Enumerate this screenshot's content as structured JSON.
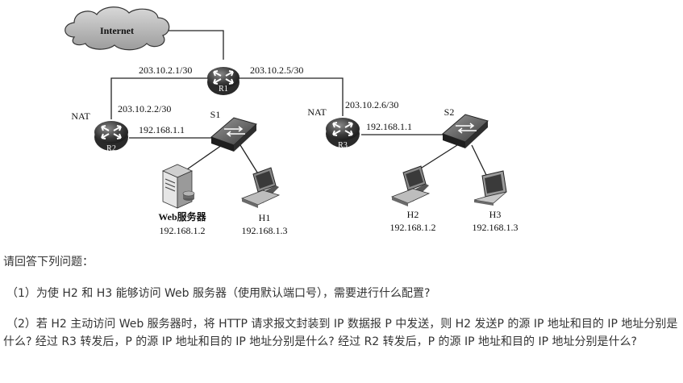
{
  "diagram": {
    "internet_label": "Internet",
    "routers": {
      "r1": "R1",
      "r2": "R2",
      "r3": "R3"
    },
    "switches": {
      "s1": "S1",
      "s2": "S2"
    },
    "nat_labels": {
      "left": "NAT",
      "right": "NAT"
    },
    "link_ips": {
      "r1_left": "203.10.2.1/30",
      "r1_right": "203.10.2.5/30",
      "r2_wan": "203.10.2.2/30",
      "r3_wan": "203.10.2.6/30",
      "r2_lan": "192.168.1.1",
      "r3_lan": "192.168.1.1"
    },
    "hosts": {
      "web": {
        "name": "Web服务器",
        "ip": "192.168.1.2"
      },
      "h1": {
        "name": "H1",
        "ip": "192.168.1.3"
      },
      "h2": {
        "name": "H2",
        "ip": "192.168.1.2"
      },
      "h3": {
        "name": "H3",
        "ip": "192.168.1.3"
      }
    }
  },
  "questions": {
    "intro": "请回答下列问题：",
    "q1": "（1）为使 H2 和 H3 能够访问 Web 服务器（使用默认端口号），需要进行什么配置?",
    "q2": "（2）若 H2 主动访问 Web 服务器时，将 HTTP 请求报文封装到 IP 数据报 P 中发送，则 H2 发送P 的源 IP 地址和目的 IP 地址分别是什么? 经过 R3 转发后，P 的源 IP 地址和目的 IP 地址分别是什么? 经过 R2 转发后，P 的源 IP 地址和目的 IP 地址分别是什么?"
  }
}
